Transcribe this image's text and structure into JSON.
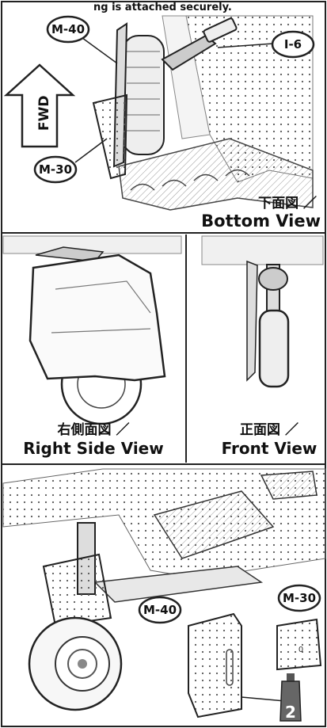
{
  "header_text": "ng is attached securely.",
  "fwd_label": "FWD",
  "parts": {
    "m40_top": "M-40",
    "i6": "I-6",
    "m30_top": "M-30",
    "m40_bottom": "M-40",
    "m30_bottom": "M-30"
  },
  "views": {
    "bottom_jp": "下面図 ／",
    "bottom_en": "Bottom View",
    "right_jp": "右側面図 ／",
    "right_en": "Right Side View",
    "front_jp": "正面図 ／",
    "front_en": "Front View"
  },
  "paint_code": "2"
}
